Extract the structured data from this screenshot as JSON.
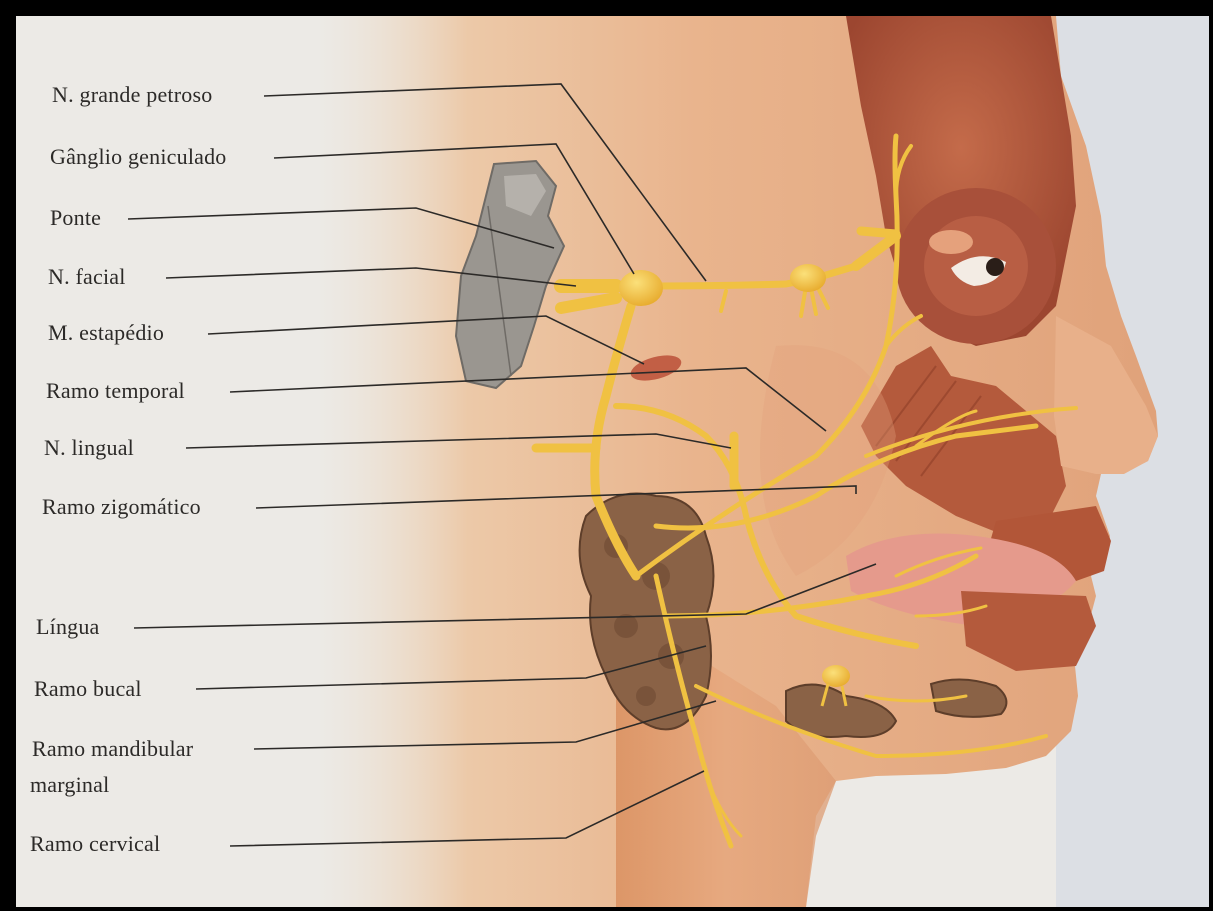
{
  "labels": {
    "grande_petroso": "N. grande petroso",
    "ganglio_geniculado": "Gânglio geniculado",
    "ponte": "Ponte",
    "n_facial": "N. facial",
    "m_estapedio": "M. estapédio",
    "ramo_temporal": "Ramo temporal",
    "n_lingual": "N. lingual",
    "ramo_zigomatico": "Ramo zigomático",
    "lingua": "Língua",
    "ramo_bucal": "Ramo bucal",
    "ramo_mandibular_1": "Ramo mandibular",
    "ramo_mandibular_2": "marginal",
    "ramo_cervical": "Ramo cervical"
  },
  "colors": {
    "background": "#eceae6",
    "skin": "#e6b28f",
    "nerve": "#f0c142",
    "muscle": "#b45a3c",
    "parotid": "#8a6246",
    "pons": "#9a9690",
    "leader": "#2c2a28"
  }
}
